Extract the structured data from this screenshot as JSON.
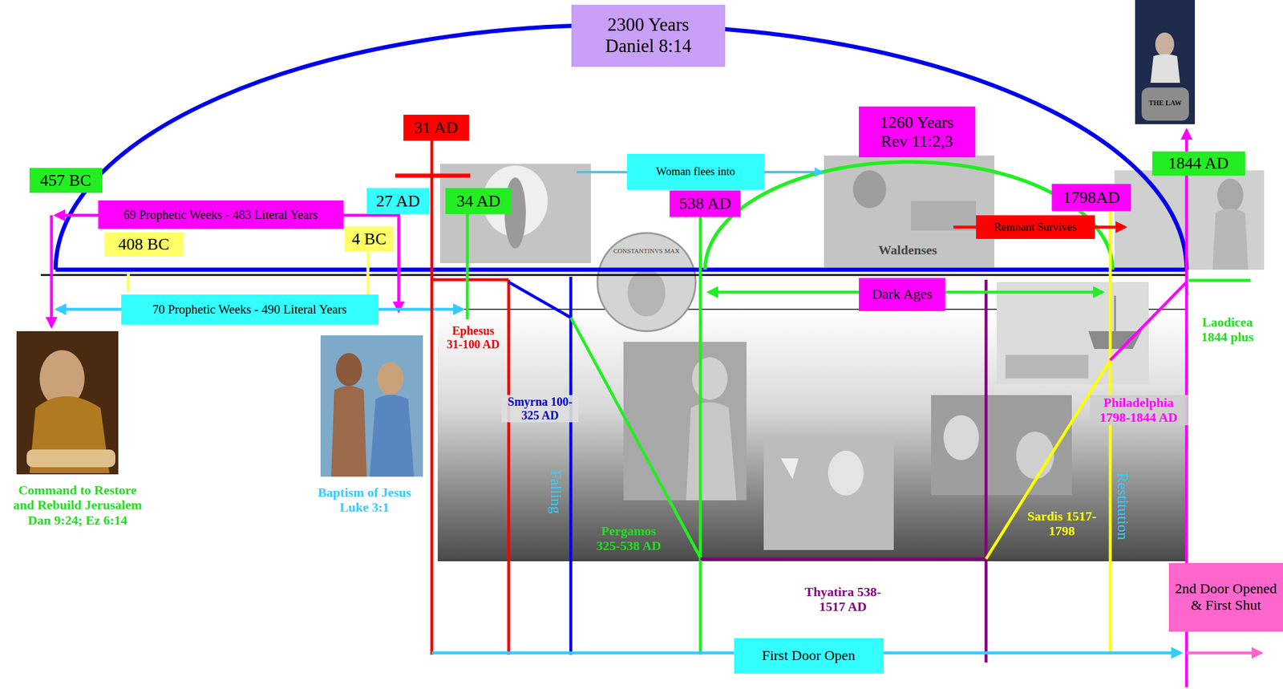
{
  "diagram": {
    "nodes": [
      {
        "text": [
          "2300 Years",
          "Daniel 8:14"
        ]
      },
      {
        "text": [
          "31 AD"
        ]
      },
      {
        "text": [
          "1260 Years",
          "Rev 11:2,3"
        ]
      },
      {
        "text": [
          "1844 AD"
        ]
      },
      {
        "text": [
          "Woman flees into"
        ]
      },
      {
        "text": [
          "457 BC"
        ]
      },
      {
        "text": [
          "27 AD"
        ]
      },
      {
        "text": [
          "34 AD"
        ]
      },
      {
        "text": [
          "538 AD"
        ]
      },
      {
        "text": [
          "1798AD"
        ]
      },
      {
        "text": [
          "69 Prophetic Weeks - 483 Literal Years"
        ]
      },
      {
        "text": [
          "Remnant Survives"
        ]
      },
      {
        "text": [
          "4 BC"
        ]
      },
      {
        "text": [
          "408 BC"
        ]
      },
      {
        "text": [
          "Dark Ages"
        ]
      },
      {
        "text": [
          "70 Prophetic Weeks - 490 Literal Years"
        ]
      },
      {
        "text": [
          "2nd Door Opened & First Shut"
        ]
      },
      {
        "text": [
          "First Door Open"
        ]
      }
    ],
    "labels": [
      "THE LAW",
      "Waldenses",
      "CONSTANTINVS MAX",
      "Ephesus 31-100 AD",
      "Laodicea 1844 plus",
      "Smyrna 100-325 AD",
      "Philadelphia 1798-1844 AD",
      "Falling",
      "Restitution",
      "Command to Restore and Rebuild Jerusalem Dan 9:24; Ez 6:14",
      "Baptism of Jesus Luke 3:1",
      "Sardis 1517-1798",
      "Pergamos 325-538 AD",
      "Thyatira 538-1517 AD"
    ]
  }
}
